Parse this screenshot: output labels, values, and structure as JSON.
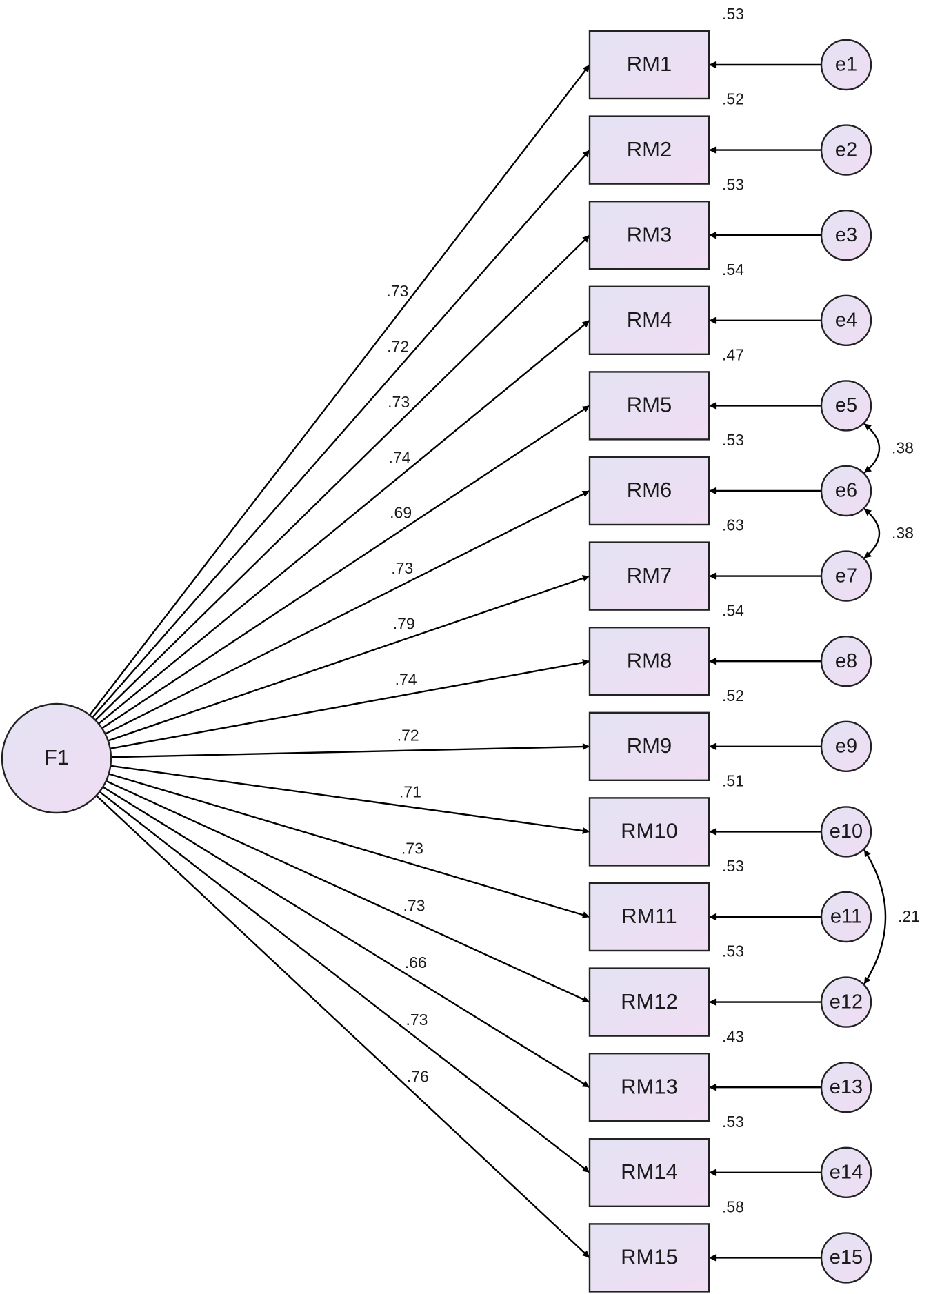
{
  "factor": {
    "label": "F1"
  },
  "colors": {
    "fill_start": "#e3e3f3",
    "fill_end": "#f1ddf3",
    "stroke": "#222222"
  },
  "indicators": [
    {
      "label": "RM1",
      "loading": ".73",
      "r2": ".53",
      "error": "e1"
    },
    {
      "label": "RM2",
      "loading": ".72",
      "r2": ".52",
      "error": "e2"
    },
    {
      "label": "RM3",
      "loading": ".73",
      "r2": ".53",
      "error": "e3"
    },
    {
      "label": "RM4",
      "loading": ".74",
      "r2": ".54",
      "error": "e4"
    },
    {
      "label": "RM5",
      "loading": ".69",
      "r2": ".47",
      "error": "e5"
    },
    {
      "label": "RM6",
      "loading": ".73",
      "r2": ".53",
      "error": "e6"
    },
    {
      "label": "RM7",
      "loading": ".79",
      "r2": ".63",
      "error": "e7"
    },
    {
      "label": "RM8",
      "loading": ".74",
      "r2": ".54",
      "error": "e8"
    },
    {
      "label": "RM9",
      "loading": ".72",
      "r2": ".52",
      "error": "e9"
    },
    {
      "label": "RM10",
      "loading": ".71",
      "r2": ".51",
      "error": "e10"
    },
    {
      "label": "RM11",
      "loading": ".73",
      "r2": ".53",
      "error": "e11"
    },
    {
      "label": "RM12",
      "loading": ".73",
      "r2": ".53",
      "error": "e12"
    },
    {
      "label": "RM13",
      "loading": ".66",
      "r2": ".43",
      "error": "e13"
    },
    {
      "label": "RM14",
      "loading": ".73",
      "r2": ".53",
      "error": "e14"
    },
    {
      "label": "RM15",
      "loading": ".76",
      "r2": ".58",
      "error": "e15"
    }
  ],
  "covariances": [
    {
      "from": "e5",
      "to": "e6",
      "value": ".38"
    },
    {
      "from": "e6",
      "to": "e7",
      "value": ".38"
    },
    {
      "from": "e10",
      "to": "e12",
      "value": ".21"
    }
  ]
}
